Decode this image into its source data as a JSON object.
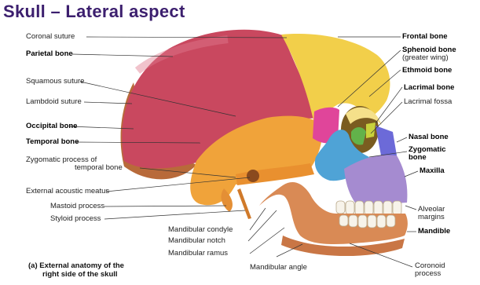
{
  "title": "Skull – Lateral aspect",
  "caption": {
    "line1": "(a) External anatomy of the",
    "line2": "right side of the skull"
  },
  "labels_left": {
    "coronal_suture": "Coronal suture",
    "parietal_bone": "Parietal bone",
    "squamous_suture": "Squamous suture",
    "lambdoid_suture": "Lambdoid suture",
    "occipital_bone": "Occipital bone",
    "temporal_bone": "Temporal bone",
    "zygomatic_process_1": "Zygomatic process of",
    "zygomatic_process_2": "temporal bone",
    "external_acoustic_meatus": "External acoustic meatus",
    "mastoid_process": "Mastoid process",
    "styloid_process": "Styloid process"
  },
  "labels_bottom": {
    "mandibular_condyle": "Mandibular condyle",
    "mandibular_notch": "Mandibular notch",
    "mandibular_ramus": "Mandibular ramus",
    "mandibular_angle": "Mandibular angle"
  },
  "labels_right": {
    "frontal_bone": "Frontal bone",
    "sphenoid_bone": "Sphenoid bone",
    "sphenoid_note": "(greater wing)",
    "ethmoid_bone": "Ethmoid bone",
    "lacrimal_bone": "Lacrimal bone",
    "lacrimal_fossa": "Lacrimal fossa",
    "nasal_bone": "Nasal bone",
    "zygomatic_bone_1": "Zygomatic",
    "zygomatic_bone_2": "bone",
    "maxilla": "Maxilla",
    "alveolar_margins_1": "Alveolar",
    "alveolar_margins_2": "margins",
    "mandible": "Mandible",
    "coronoid_process_1": "Coronoid",
    "coronoid_process_2": "process"
  },
  "colors": {
    "title": "#3c1f6e",
    "parietal": "#c9485f",
    "frontal": "#f2cf4a",
    "temporal": "#f0a33a",
    "occipital": "#b86a3a",
    "sphenoid": "#e0459a",
    "ethmoid": "#62b24a",
    "lacrimal": "#c8d23c",
    "nasal": "#6c6ad8",
    "zygomatic": "#4fa3d6",
    "maxilla": "#a58bd0",
    "mandible": "#d98a55",
    "teeth": "#f7f3ea"
  }
}
